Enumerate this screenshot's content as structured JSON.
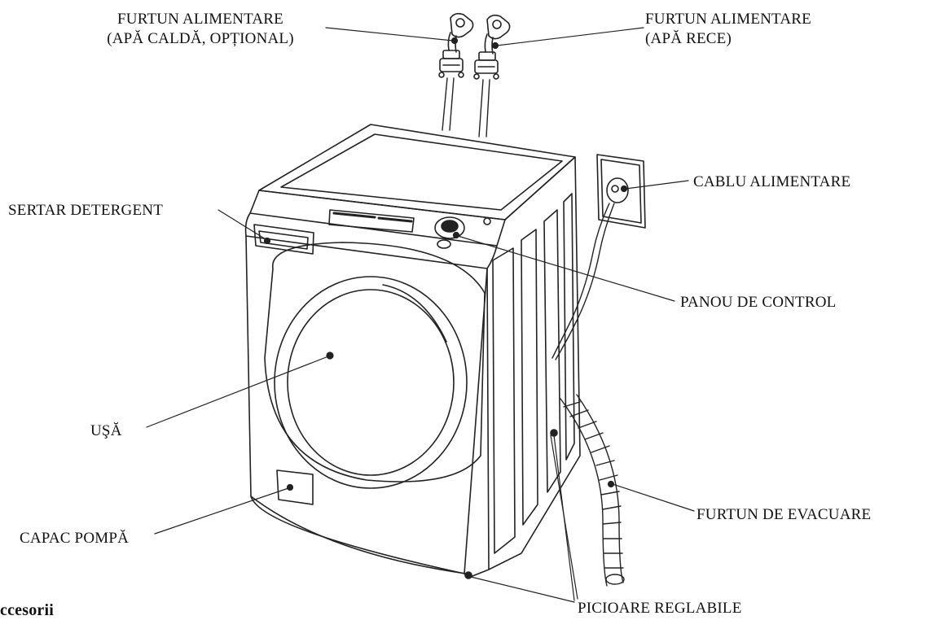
{
  "labels": {
    "hot_hose": "FURTUN ALIMENTARE\n(APĂ CALDĂ, OPȚIONAL)",
    "cold_hose": "FURTUN ALIMENTARE\n(APĂ RECE)",
    "detergent_drawer": "SERTAR DETERGENT",
    "power_cable": "CABLU ALIMENTARE",
    "control_panel": "PANOU DE CONTROL",
    "door": "UŞĂ",
    "pump_cover": "CAPAC POMPĂ",
    "drain_hose": "FURTUN DE EVACUARE",
    "adjustable_feet": "PICIOARE REGLABILE",
    "cut_off_heading": "ccesorii"
  },
  "colors": {
    "line": "#222222",
    "text": "#111111",
    "background": "#ffffff"
  }
}
